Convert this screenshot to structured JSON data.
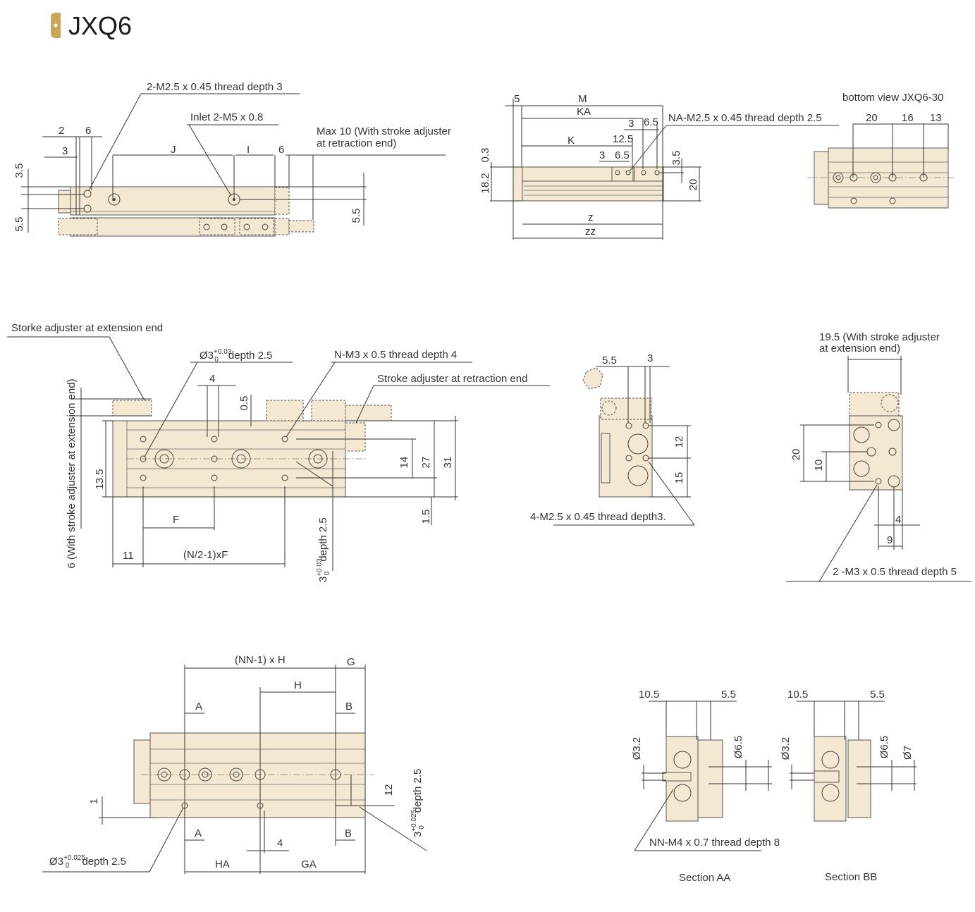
{
  "header": {
    "title": "JXQ6",
    "accent_color": "#c9a65a"
  },
  "colors": {
    "body_fill": "#f4e8d2",
    "line": "#333333"
  },
  "view_side": {
    "callout_thread": "2-M2.5 x 0.45 thread depth 3",
    "callout_inlet": "Inlet 2-M5 x 0.8",
    "callout_max_line1": "Max 10 (With stroke adjuster",
    "callout_max_line2": "at retraction end)",
    "dims": {
      "d2": "2",
      "d6a": "6",
      "d3": "3",
      "J": "J",
      "I": "I",
      "d6b": "6",
      "d35": "3.5",
      "d55a": "5.5",
      "d55b": "5.5"
    }
  },
  "view_front": {
    "callout_thread": "NA-M2.5 x 0.45 thread depth 2.5",
    "dims": {
      "d5": "5",
      "M": "M",
      "KA": "KA",
      "d3a": "3",
      "d65a": "6.5",
      "K": "K",
      "d125": "12.5",
      "d3b": "3",
      "d65b": "6.5",
      "d35": "3.5",
      "d03": "0.3",
      "d182": "18.2",
      "d20": "20",
      "z": "z",
      "zz": "zz"
    }
  },
  "view_bottom": {
    "title": "bottom view JXQ6-30",
    "dims": {
      "d20": "20",
      "d16": "16",
      "d13": "13"
    }
  },
  "view_top": {
    "callout_ext": "Storke adjuster at extension end",
    "callout_pin_prefix": "Ø3",
    "callout_pin_tol_upper": "+0.03",
    "callout_pin_tol_lower": "0",
    "callout_pin_suffix": "depth 2.5",
    "callout_thread": "N-M3 x 0.5 thread depth 4",
    "callout_ret": "Stroke adjuster at retraction end",
    "vertical_ext": "6 (With stroke adjuster at extension end)",
    "vertical_pin_prefix": "3",
    "vertical_pin_tol_upper": "+0.03",
    "vertical_pin_tol_lower": "0",
    "vertical_pin_suffix": "depth 2.5",
    "dims": {
      "d4": "4",
      "d05": "0.5",
      "d14": "14",
      "d27": "27",
      "d31": "31",
      "d135": "13.5",
      "d15": "1.5",
      "F": "F",
      "d11": "11",
      "NF": "(N/2-1)xF"
    }
  },
  "view_end": {
    "callout_thread": "4-M2.5 x 0.45 thread depth3.",
    "dims": {
      "d55": "5.5",
      "d3": "3",
      "d12": "12",
      "d15": "15"
    }
  },
  "view_end2": {
    "callout_line1": "19.5 (With stroke adjuster",
    "callout_line2": "at extension end)",
    "callout_thread": "2 -M3 x 0.5 thread depth 5",
    "dims": {
      "d20": "20",
      "d10": "10",
      "d4": "4",
      "d9": "9"
    }
  },
  "view_table": {
    "dims": {
      "NNH": "(NN-1) x H",
      "G": "G",
      "H": "H",
      "A1": "A",
      "B1": "B",
      "A2": "A",
      "B2": "B",
      "d1": "1",
      "d12": "12",
      "d4": "4",
      "HA": "HA",
      "GA": "GA"
    },
    "callout_pin_prefix": "Ø3",
    "callout_pin_tol_upper": "+0.025",
    "callout_pin_tol_lower": "0",
    "callout_pin_suffix": "depth 2.5",
    "vertical_pin_prefix": "3",
    "vertical_pin_tol_upper": "+0.025",
    "vertical_pin_tol_lower": "0",
    "vertical_pin_suffix": "depth 2.5"
  },
  "sections": {
    "aa": {
      "label": "Section AA",
      "d105": "10.5",
      "d55": "5.5",
      "d32": "Ø3.2",
      "d65": "Ø6.5"
    },
    "bb": {
      "label": "Section BB",
      "d105": "10.5",
      "d55": "5.5",
      "d32": "Ø3.2",
      "d65": "Ø6.5",
      "d7": "Ø7"
    },
    "callout_thread": "NN-M4 x 0.7 thread depth 8"
  }
}
